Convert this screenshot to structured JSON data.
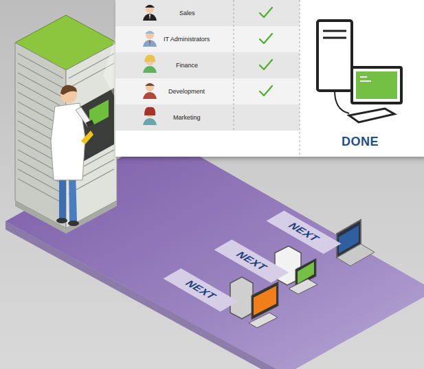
{
  "diagram": {
    "nodes": [
      {
        "text": [
          "NEXT"
        ]
      },
      {
        "text": [
          "NEXT"
        ]
      },
      {
        "text": [
          "NEXT"
        ]
      }
    ],
    "edges": [],
    "labels": [
      "Sales",
      "IT Administrators",
      "Finance",
      "Development",
      "Marketing",
      "DONE"
    ]
  }
}
